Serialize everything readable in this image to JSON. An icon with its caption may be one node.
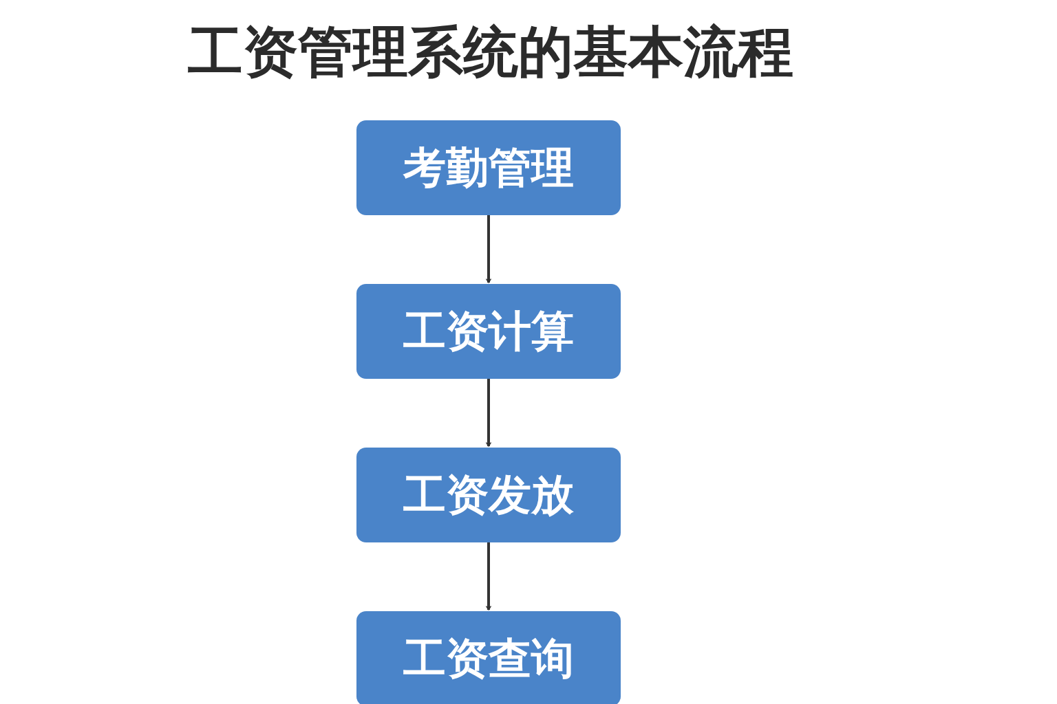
{
  "diagram": {
    "title": "工资管理系统的基本流程",
    "nodes": [
      {
        "text": [
          "考勤管理"
        ]
      },
      {
        "text": [
          "工资计算"
        ]
      },
      {
        "text": [
          "工资发放"
        ]
      },
      {
        "text": [
          "工资查询"
        ]
      }
    ],
    "edges": [
      {
        "from": 0,
        "to": 1,
        "arrow": "to"
      },
      {
        "from": 1,
        "to": 2,
        "arrow": "to"
      },
      {
        "from": 2,
        "to": 3,
        "arrow": "to"
      }
    ]
  }
}
